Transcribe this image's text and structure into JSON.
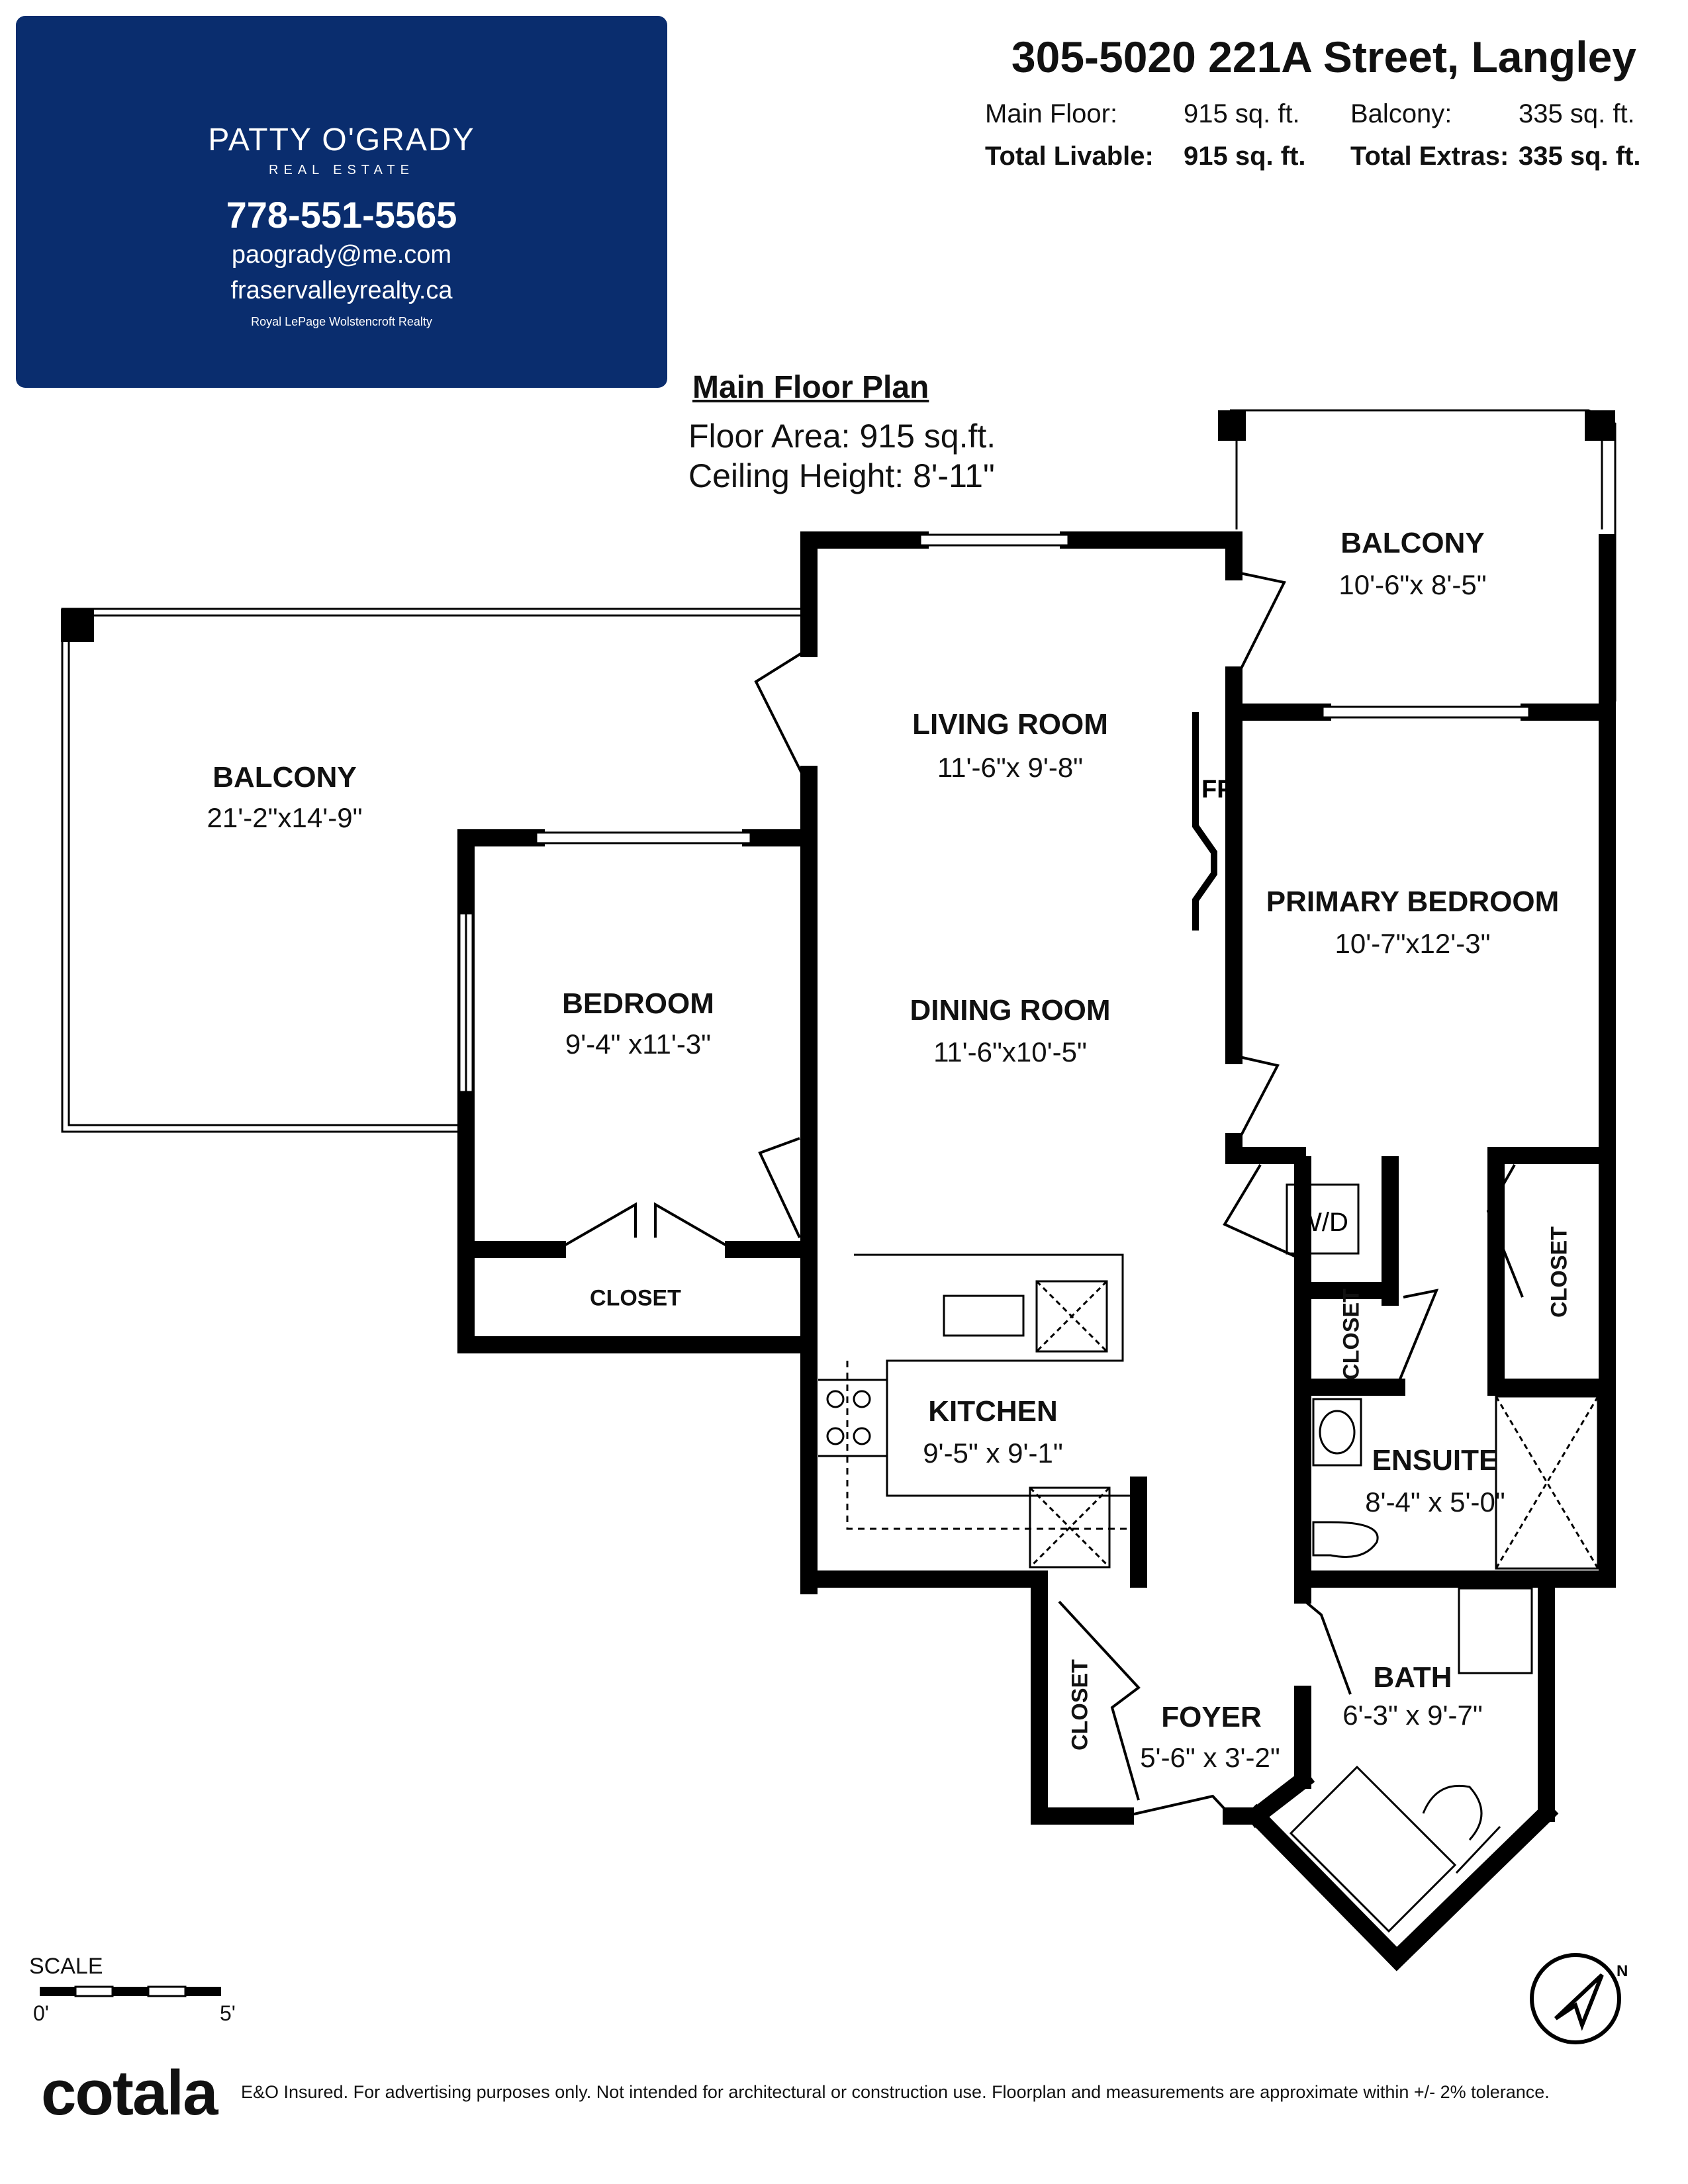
{
  "agent": {
    "brand": "PATTY O'GRADY",
    "brand_sub": "REAL ESTATE",
    "phone": "778-551-5565",
    "email": "paogrady@me.com",
    "website": "fraservalleyrealty.ca",
    "brokerage": "Royal LePage Wolstencroft Realty",
    "card_color": "#0a2d6e"
  },
  "header": {
    "address": "305-5020 221A Street, Langley",
    "main_floor_label": "Main Floor:",
    "main_floor_value": "915 sq. ft.",
    "balcony_label": "Balcony:",
    "balcony_value": "335 sq. ft.",
    "total_livable_label": "Total Livable:",
    "total_livable_value": "915 sq. ft.",
    "total_extras_label": "Total Extras:",
    "total_extras_value": "335 sq. ft."
  },
  "plan": {
    "title": "Main Floor Plan",
    "floor_area": "Floor Area: 915 sq.ft.",
    "ceiling_height": "Ceiling Height: 8'-11\""
  },
  "rooms": {
    "balcony_left": {
      "name": "BALCONY",
      "dims": "21'-2\"x14'-9\""
    },
    "balcony_right": {
      "name": "BALCONY",
      "dims": "10'-6\"x 8'-5\""
    },
    "living": {
      "name": "LIVING ROOM",
      "dims": "11'-6\"x 9'-8\""
    },
    "dining": {
      "name": "DINING ROOM",
      "dims": "11'-6\"x10'-5\""
    },
    "bedroom": {
      "name": "BEDROOM",
      "dims": "9'-4\" x11'-3\""
    },
    "primary": {
      "name": "PRIMARY BEDROOM",
      "dims": "10'-7\"x12'-3\""
    },
    "kitchen": {
      "name": "KITCHEN",
      "dims": "9'-5\" x 9'-1\""
    },
    "ensuite": {
      "name": "ENSUITE",
      "dims": "8'-4\" x 5'-0\""
    },
    "bath": {
      "name": "BATH",
      "dims": "6'-3\" x 9'-7\""
    },
    "foyer": {
      "name": "FOYER",
      "dims": "5'-6\" x 3'-2\""
    }
  },
  "labels": {
    "closet": "CLOSET",
    "fireplace": "FP",
    "washer_dryer": "W/D",
    "compass_north": "N"
  },
  "scale": {
    "label": "SCALE",
    "start": "0'",
    "end": "5'"
  },
  "footer": {
    "logo": "cotala",
    "disclaimer": "E&O Insured. For advertising purposes only. Not intended for architectural or construction use. Floorplan and measurements are approximate within +/- 2% tolerance."
  }
}
